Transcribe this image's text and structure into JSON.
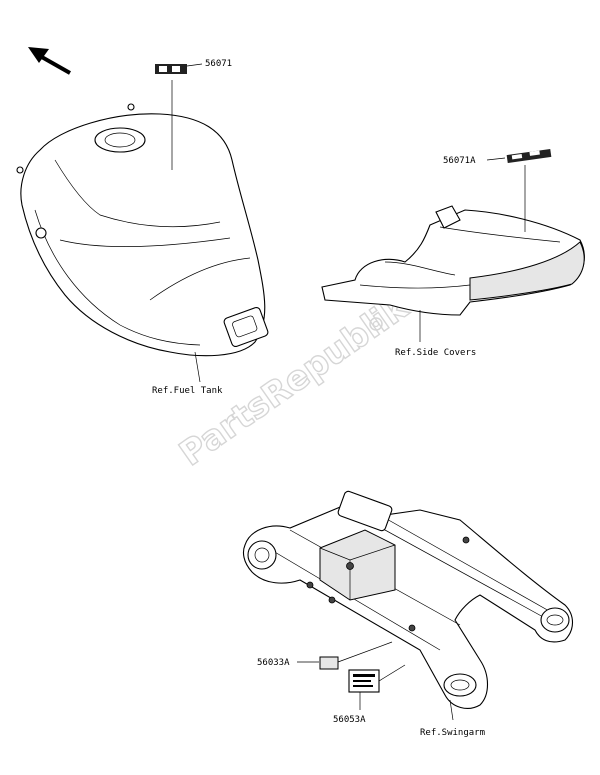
{
  "watermark": "PartsRepublik",
  "labels": {
    "tank_decal_part": "56071",
    "side_cover_decal_part": "56071A",
    "ref_fuel_tank": "Ref.Fuel Tank",
    "ref_side_covers": "Ref.Side Covers",
    "swingarm_label_1_part": "56033A",
    "swingarm_label_2_part": "56053A",
    "ref_swingarm": "Ref.Swingarm"
  }
}
